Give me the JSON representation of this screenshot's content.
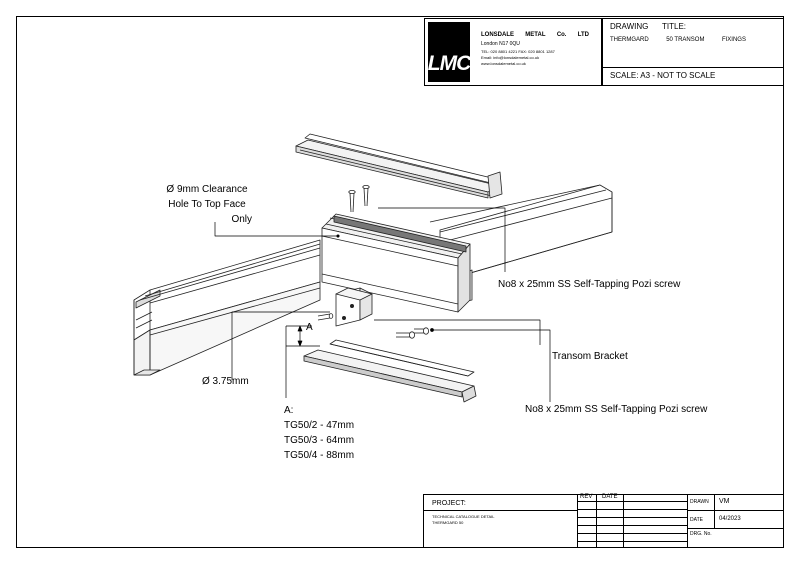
{
  "company": {
    "logo_text": "LMC",
    "name_parts": [
      "LONSDALE",
      "METAL",
      "Co.",
      "LTD"
    ],
    "address": "London  N17  0QU",
    "tel_fax": "TEL:  020  8801  4221    FAX:  020  8801  1287",
    "email": "Email:  info@lonsdalemetal.co.uk",
    "web": "www.lonsdalemetal.co.uk"
  },
  "drawing": {
    "label_drawing": "DRAWING",
    "label_title": "TITLE:",
    "title_parts": [
      "THERMGARD",
      "50  TRANSOM",
      "FIXINGS"
    ],
    "scale": "SCALE: A3 - NOT TO SCALE"
  },
  "callouts": {
    "clearance_hole": [
      "Ø 9mm Clearance",
      "Hole To Top Face",
      "Only"
    ],
    "screw_top": "No8 x 25mm SS Self-Tapping Pozi screw",
    "transom_bracket": "Transom Bracket",
    "screw_bottom": "No8 x 25mm SS Self-Tapping Pozi screw",
    "diameter": "Ø 3.75mm",
    "dim_a": "A",
    "a_heading": "A:",
    "a_values": [
      "TG50/2 - 47mm",
      "TG50/3 - 64mm",
      "TG50/4 - 88mm"
    ]
  },
  "title_block": {
    "project_label": "PROJECT:",
    "project_lines": [
      "TECHNICAL     CATALOGUE     DETAIL",
      "THERMGARD      50"
    ],
    "rev_label": "REV",
    "date_col_label": "DATE",
    "drawn_label": "DRAWN",
    "drawn_value": "VM",
    "date_label": "DATE",
    "date_value": "04/2023",
    "drg_label": "DRG. No."
  }
}
